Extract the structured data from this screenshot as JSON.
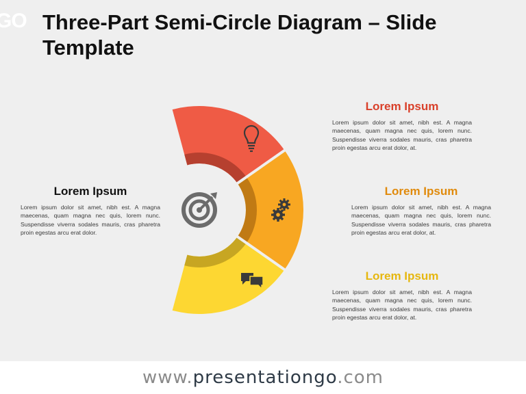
{
  "slide": {
    "logo_text": "GO",
    "title": "Three-Part Semi-Circle Diagram – Slide Template"
  },
  "diagram": {
    "colors": {
      "segment_top": "#ef5b45",
      "segment_top_inner": "#b6402f",
      "segment_middle": "#f8a722",
      "segment_middle_inner": "#c07a14",
      "segment_bottom": "#fdd732",
      "segment_bottom_inner": "#c7a622",
      "icon_dark": "#3a3a3a",
      "target_icon": "#6b6b6b"
    },
    "icons": {
      "center": "target-with-arrow-icon",
      "top": "lightbulb-icon",
      "middle": "gears-icon",
      "bottom": "chat-bubbles-icon"
    }
  },
  "blocks": {
    "left": {
      "heading": "Lorem Ipsum",
      "heading_color": "#111111",
      "body": "Lorem ipsum dolor sit amet, nibh est. A magna maecenas, quam magna nec quis, lorem nunc. Suspendisse viverra sodales mauris, cras pharetra proin egestas arcu erat dolor."
    },
    "top_right": {
      "heading": "Lorem Ipsum",
      "heading_color": "#d9402a",
      "body": "Lorem ipsum dolor sit amet, nibh est. A magna maecenas, quam magna nec quis, lorem nunc. Suspendisse viverra sodales mauris, cras pharetra proin egestas arcu erat dolor, at."
    },
    "middle_right": {
      "heading": "Lorem Ipsum",
      "heading_color": "#e08a0c",
      "body": "Lorem ipsum dolor sit amet, nibh est. A magna maecenas, quam magna nec quis, lorem nunc. Suspendisse viverra sodales mauris, cras pharetra proin egestas arcu erat dolor, at."
    },
    "bottom_right": {
      "heading": "Lorem Ipsum",
      "heading_color": "#e6b70f",
      "body": "Lorem ipsum dolor sit amet, nibh est. A magna maecenas, quam magna nec quis, lorem nunc. Suspendisse viverra sodales mauris, cras pharetra proin egestas arcu erat dolor, at."
    }
  },
  "footer": {
    "prefix": "www.",
    "brand": "presentationgo",
    "suffix": ".com"
  }
}
